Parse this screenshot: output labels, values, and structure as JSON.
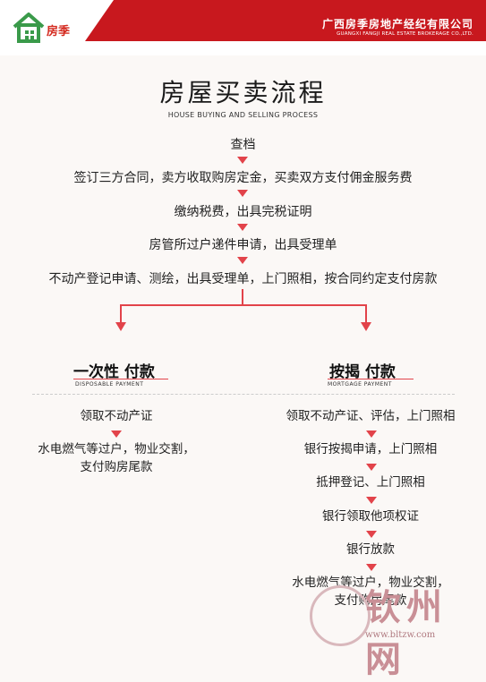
{
  "header": {
    "company_cn": "广西房季房地产经纪有限公司",
    "company_en": "GUANGXI FANGJI REAL ESTATE BROKERAGE CO.,LTD.",
    "logo_text": "房季",
    "accent_color": "#c8181e"
  },
  "title": "房屋买卖流程",
  "subtitle": "HOUSE BUYING AND SELLING PROCESS",
  "steps": [
    "查档",
    "签订三方合同，卖方收取购房定金，买卖双方支付佣金服务费",
    "缴纳税费，出具完税证明",
    "房管所过户递件申请，出具受理单",
    "不动产登记申请、测绘，出具受理单，上门照相，按合同约定支付房款"
  ],
  "left": {
    "heading": "一次性 付款",
    "sub": "DISPOSABLE    PAYMENT",
    "steps": [
      "领取不动产证",
      "水电燃气等过户，物业交割，",
      "支付购房尾款"
    ]
  },
  "right": {
    "heading": "按揭 付款",
    "sub": "MORTGAGE    PAYMENT",
    "steps": [
      "领取不动产证、评估，上门照相",
      "银行按揭申请，上门照相",
      "抵押登记、上门照相",
      "银行领取他项权证",
      "银行放款",
      "水电燃气等过户，物业交割，",
      "支付购房尾款"
    ]
  },
  "watermark": {
    "text": "钦州网",
    "url": "www.bltzw.com"
  }
}
